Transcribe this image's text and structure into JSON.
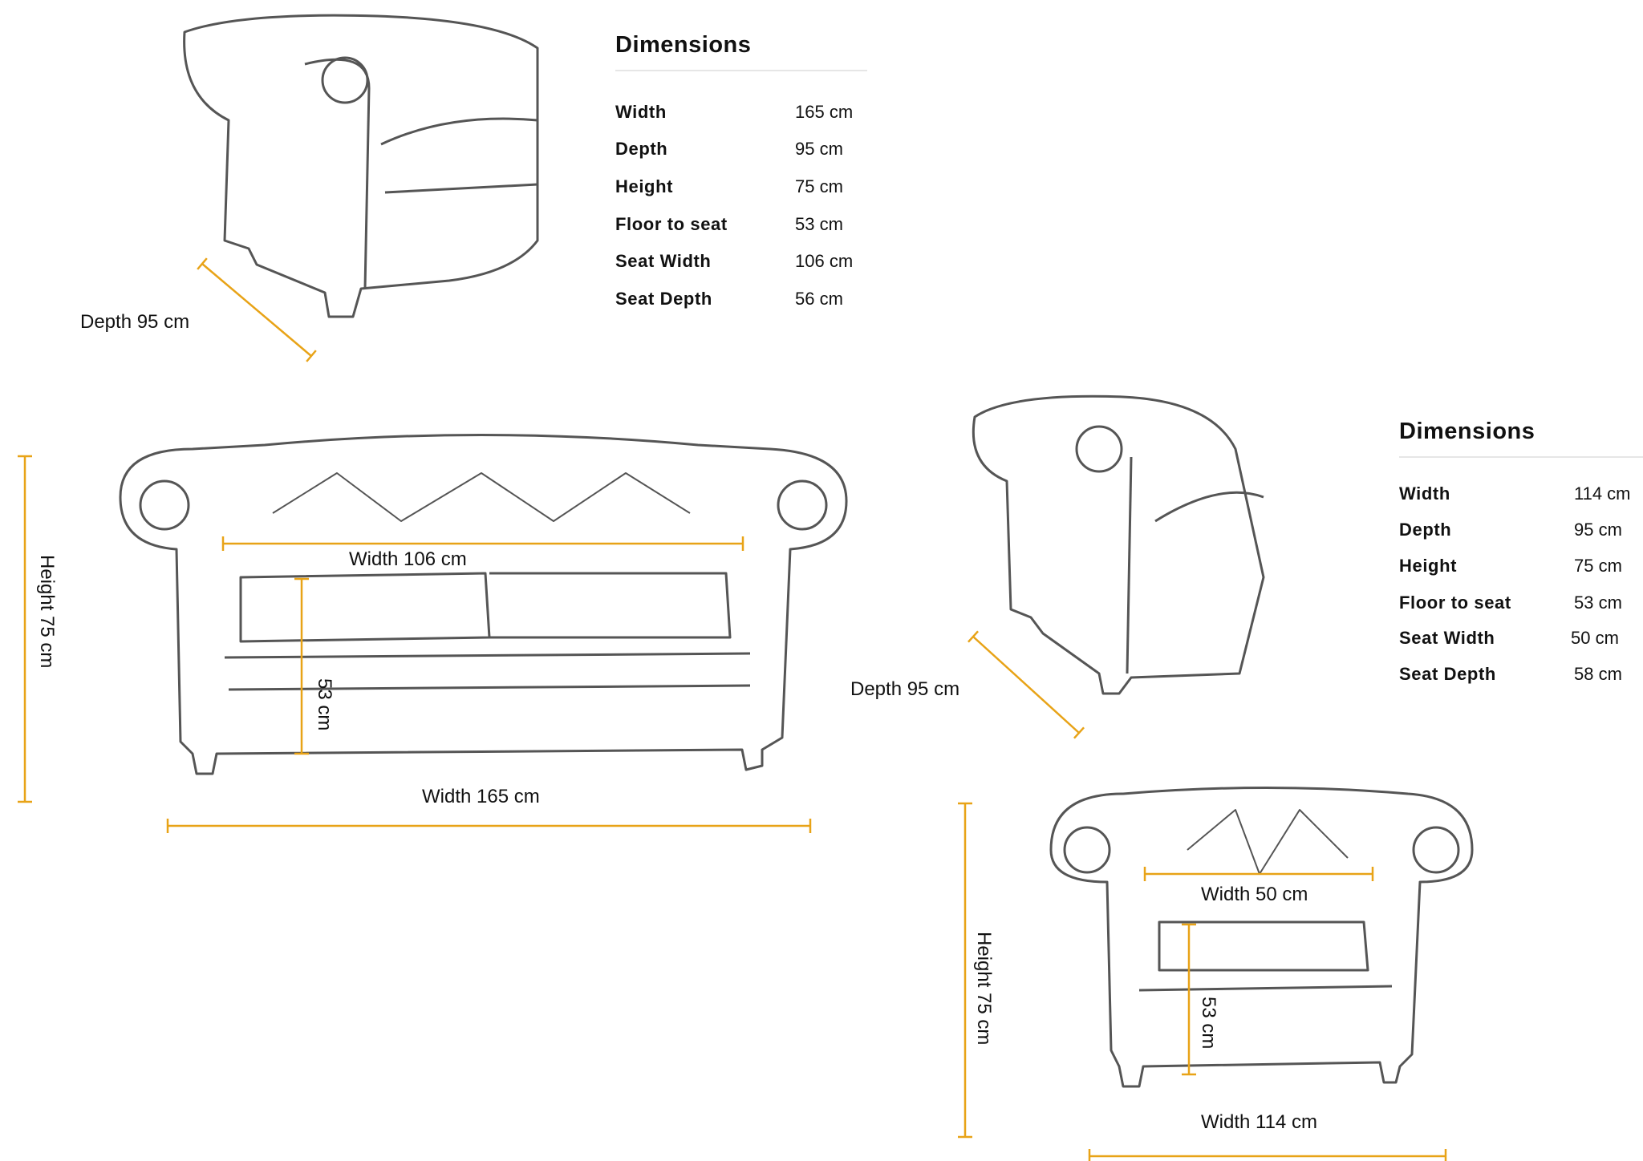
{
  "accent_color": "#e8a317",
  "two_seater": {
    "table": {
      "title": "Dimensions",
      "rows": [
        {
          "label": "Width",
          "value": "165 cm"
        },
        {
          "label": "Depth",
          "value": "95 cm"
        },
        {
          "label": "Height",
          "value": "75 cm"
        },
        {
          "label": "Floor to seat",
          "value": "53 cm"
        },
        {
          "label": "Seat Width",
          "value": "106 cm"
        },
        {
          "label": "Seat Depth",
          "value": "56 cm"
        }
      ]
    },
    "annotations": {
      "depth": "Depth 95 cm",
      "height": "Height  75  cm",
      "seat_width": "Width 106 cm",
      "seat_height": "53 cm",
      "width": "Width 165 cm"
    }
  },
  "armchair": {
    "table": {
      "title": "Dimensions",
      "rows": [
        {
          "label": "Width",
          "value": "114 cm"
        },
        {
          "label": "Depth",
          "value": "95 cm"
        },
        {
          "label": "Height",
          "value": "75 cm"
        },
        {
          "label": "Floor to seat",
          "value": "53 cm"
        },
        {
          "label": "Seat Width",
          "value": "50 cm"
        },
        {
          "label": "Seat Depth",
          "value": "58 cm"
        }
      ]
    },
    "annotations": {
      "depth": "Depth 95 cm",
      "height": "Height  75  cm",
      "seat_width": "Width 50 cm",
      "seat_height": "53 cm",
      "width": "Width 114 cm"
    }
  }
}
